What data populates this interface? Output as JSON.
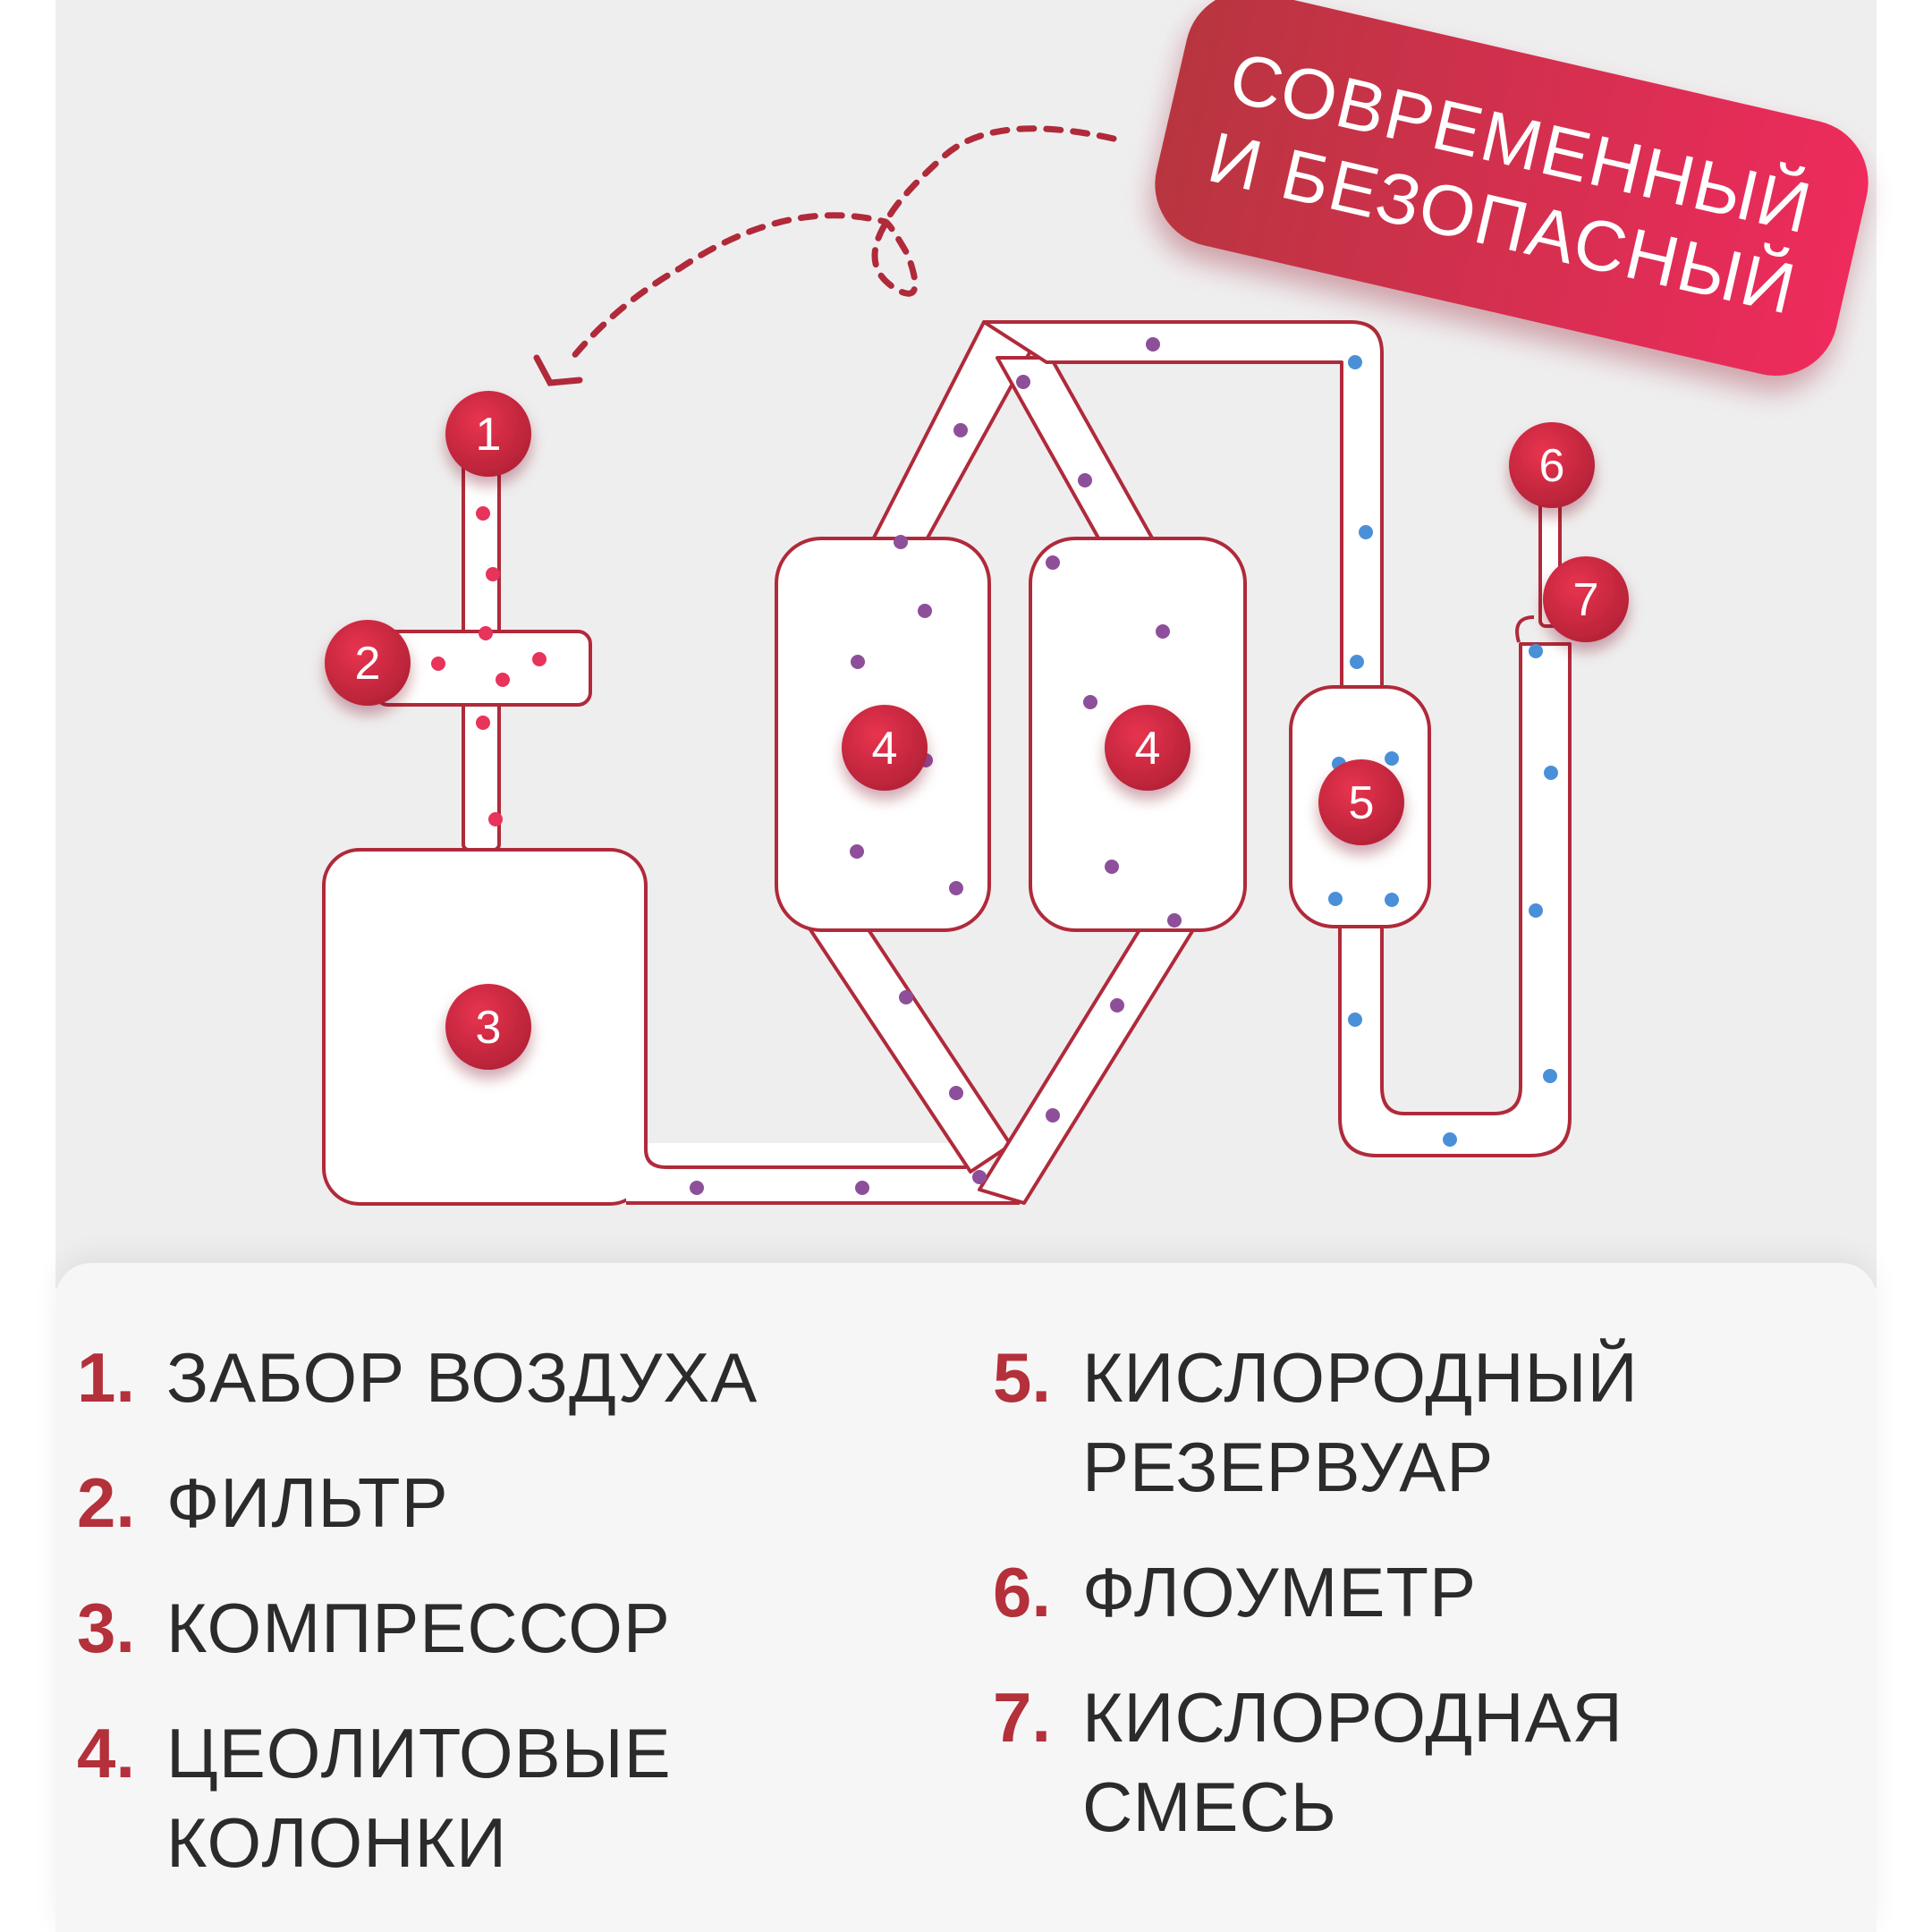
{
  "banner": {
    "line1": "СОВРЕМЕННЫЙ",
    "line2": "И БЕЗОПАСНЫЙ"
  },
  "markers": [
    "1",
    "2",
    "3",
    "4",
    "4",
    "5",
    "6",
    "7"
  ],
  "legend": {
    "left": [
      {
        "num": "1.",
        "label": "ЗАБОР ВОЗДУХА"
      },
      {
        "num": "2.",
        "label": "ФИЛЬТР"
      },
      {
        "num": "3.",
        "label": "КОМПРЕССОР"
      },
      {
        "num": "4.",
        "label": "ЦЕОЛИТОВЫЕ\nКОЛОНКИ"
      }
    ],
    "right": [
      {
        "num": "5.",
        "label": "КИСЛОРОДНЫЙ\nРЕЗЕРВУАР"
      },
      {
        "num": "6.",
        "label": "ФЛОУМЕТР"
      },
      {
        "num": "7.",
        "label": "КИСЛОРОДНАЯ\nСМЕСЬ"
      }
    ]
  },
  "colors": {
    "outline": "#b02a3a",
    "marker": "#cc2a45",
    "dot_air": "#e8335a",
    "dot_mixed": "#8e4f9a",
    "dot_oxygen": "#4a90d9"
  }
}
